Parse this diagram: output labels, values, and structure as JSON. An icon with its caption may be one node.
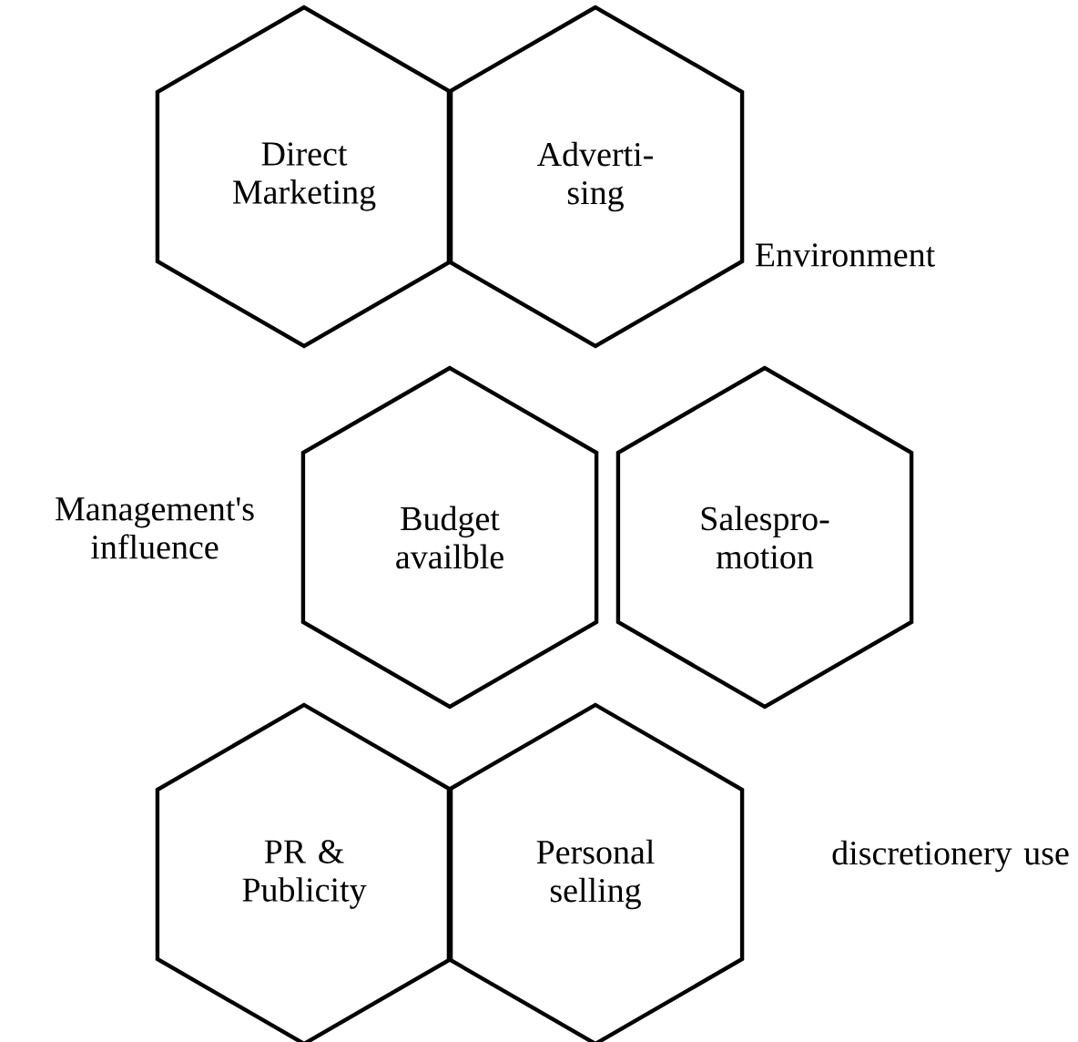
{
  "diagram": {
    "nodes": [
      {
        "text": [
          "Direct Marketing"
        ]
      },
      {
        "text": [
          "Adverti- sing"
        ]
      },
      {
        "text": [
          "Budget availble"
        ]
      },
      {
        "text": [
          "Salespro- motion"
        ]
      },
      {
        "text": [
          "PR & Publicity"
        ]
      },
      {
        "text": [
          "Personal selling"
        ]
      }
    ],
    "labels": [
      "Environment",
      "Management's influence",
      "discretionery use"
    ]
  }
}
